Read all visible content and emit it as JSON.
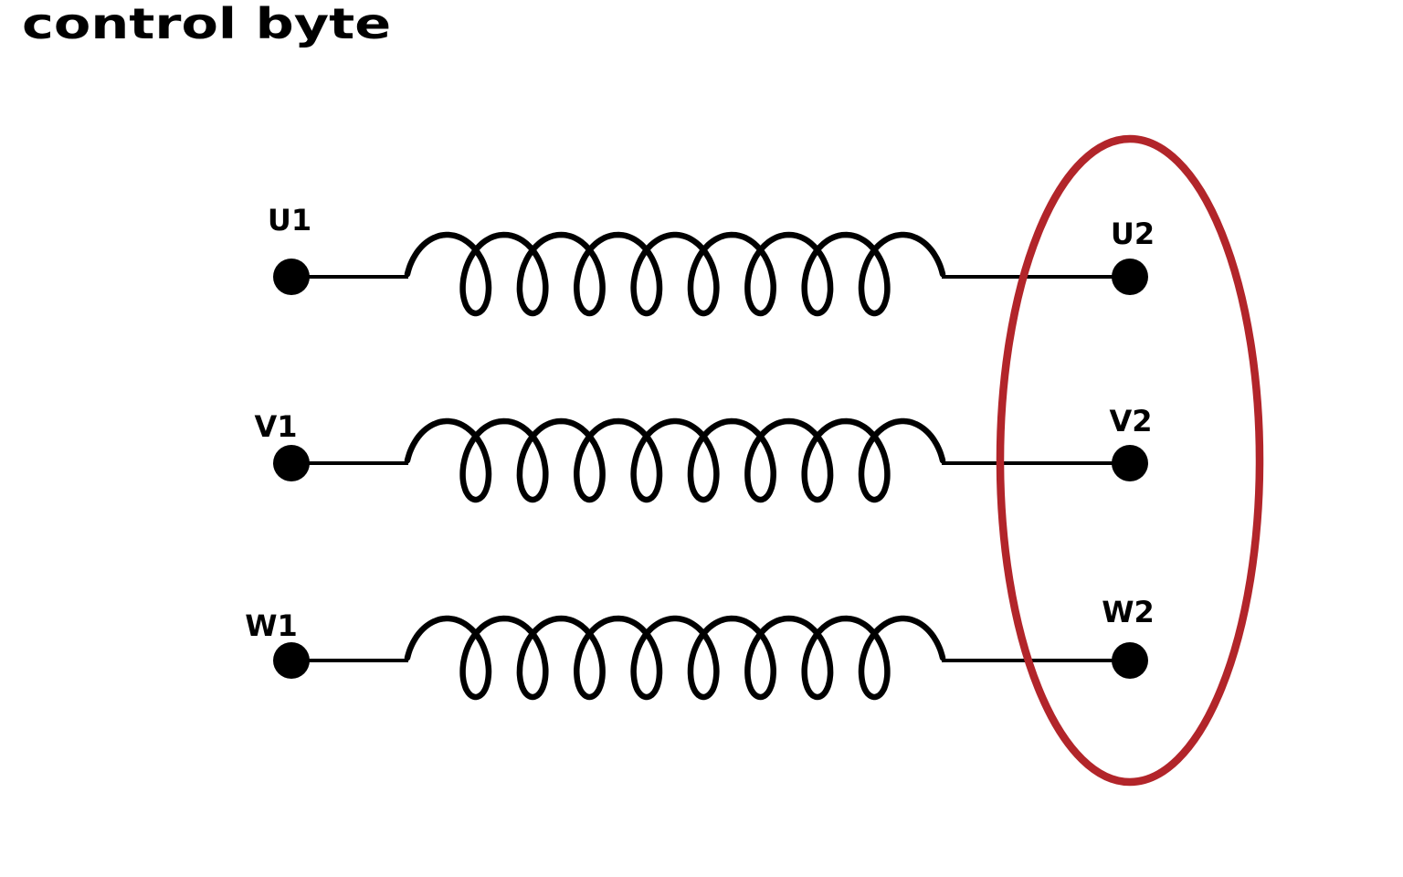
{
  "logo": {
    "text": "control byte"
  },
  "diagram": {
    "type": "three-phase-motor-winding",
    "colors": {
      "line": "#000000",
      "highlight": "#b2252a",
      "background": "#ffffff"
    },
    "windings": [
      {
        "phase": "U",
        "start_label": "U1",
        "end_label": "U2"
      },
      {
        "phase": "V",
        "start_label": "V1",
        "end_label": "V2"
      },
      {
        "phase": "W",
        "start_label": "W1",
        "end_label": "W2"
      }
    ],
    "highlight": {
      "shape": "ellipse",
      "encircles": [
        "U2",
        "V2",
        "W2"
      ]
    }
  }
}
